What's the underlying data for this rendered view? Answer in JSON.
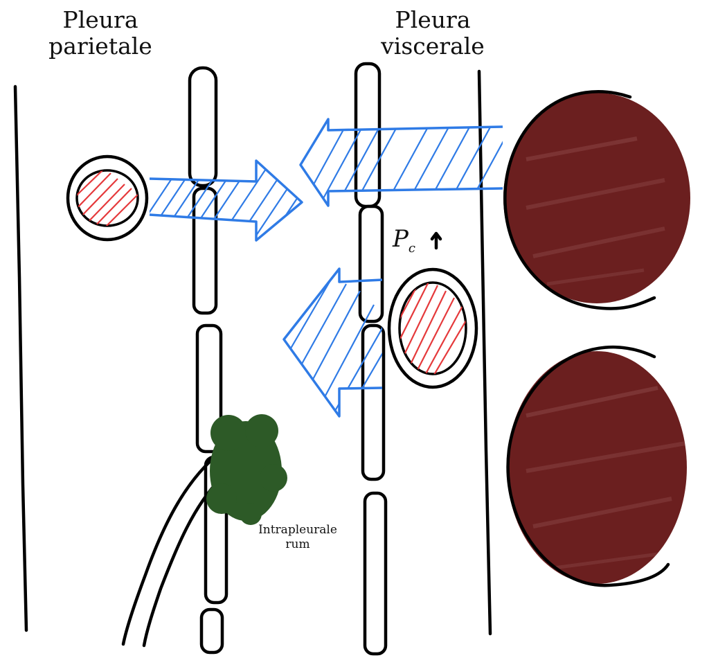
{
  "labels": {
    "pleura_parietal_line1": "Pleura",
    "pleura_parietal_line2": "parietale",
    "pleura_visceral_line1": "Pleura",
    "pleura_visceral_line2": "viscerale",
    "intrapleural_line1": "Intrapleurale",
    "intrapleural_line2": "rum",
    "pc_symbol": "P",
    "pc_subscript": "c",
    "pc_arrow": "↑"
  },
  "colors": {
    "ink": "#000000",
    "fluid_arrow": "#2f7be6",
    "blood": "#e5393b",
    "alveolus": "#6b1f1f",
    "lymph": "#2d5a27"
  }
}
